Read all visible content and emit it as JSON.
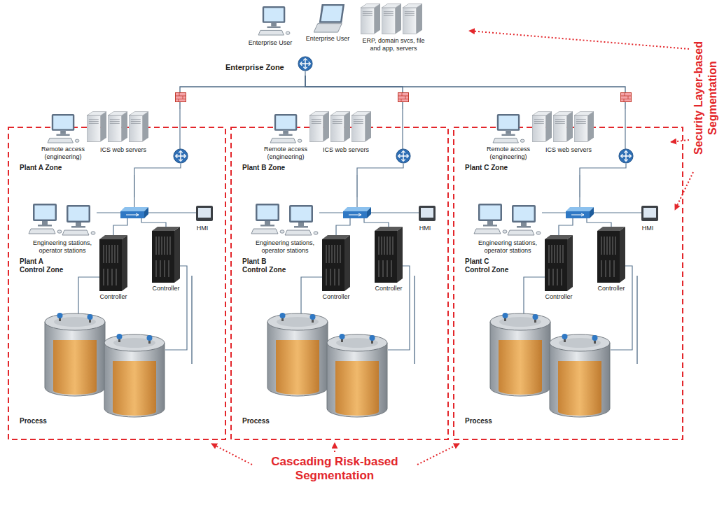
{
  "diagram": {
    "nodes": [
      {
        "text": [
          "Enterprise Zone"
        ]
      },
      {
        "text": [
          "Plant A Zone"
        ]
      },
      {
        "text": [
          "Plant B Zone"
        ]
      },
      {
        "text": [
          "Plant C Zone"
        ]
      },
      {
        "text": [
          "Plant A Control Zone"
        ]
      },
      {
        "text": [
          "Plant B Control Zone"
        ]
      },
      {
        "text": [
          "Plant C Control Zone"
        ]
      },
      {
        "text": [
          "Process"
        ]
      },
      {
        "text": [
          "Process"
        ]
      },
      {
        "text": [
          "Process"
        ]
      }
    ],
    "edges": [
      {
        "from": 0,
        "to": 1,
        "arrow": "none"
      },
      {
        "from": 0,
        "to": 2,
        "arrow": "none"
      },
      {
        "from": 0,
        "to": 3,
        "arrow": "none"
      },
      {
        "from": 1,
        "to": 4,
        "arrow": "none"
      },
      {
        "from": 2,
        "to": 5,
        "arrow": "none"
      },
      {
        "from": 3,
        "to": 6,
        "arrow": "none"
      },
      {
        "from": 4,
        "to": 7,
        "arrow": "none"
      },
      {
        "from": 5,
        "to": 8,
        "arrow": "none"
      },
      {
        "from": 6,
        "to": 9,
        "arrow": "none"
      }
    ],
    "labels": [
      "Enterprise User",
      "Enterprise User",
      "ERP, domain svcs, file and app, servers",
      "Remote access (engineering)",
      "ICS web servers",
      "Engineering stations, operator stations",
      "HMI",
      "Controller",
      "Controller",
      "Remote access (engineering)",
      "ICS web servers",
      "Engineering stations, operator stations",
      "HMI",
      "Controller",
      "Controller",
      "Remote access (engineering)",
      "ICS web servers",
      "Engineering stations, operator stations",
      "HMI",
      "Controller",
      "Controller",
      "Security Layer-based Segmentation",
      "Cascading Risk-based Segmentation"
    ]
  }
}
